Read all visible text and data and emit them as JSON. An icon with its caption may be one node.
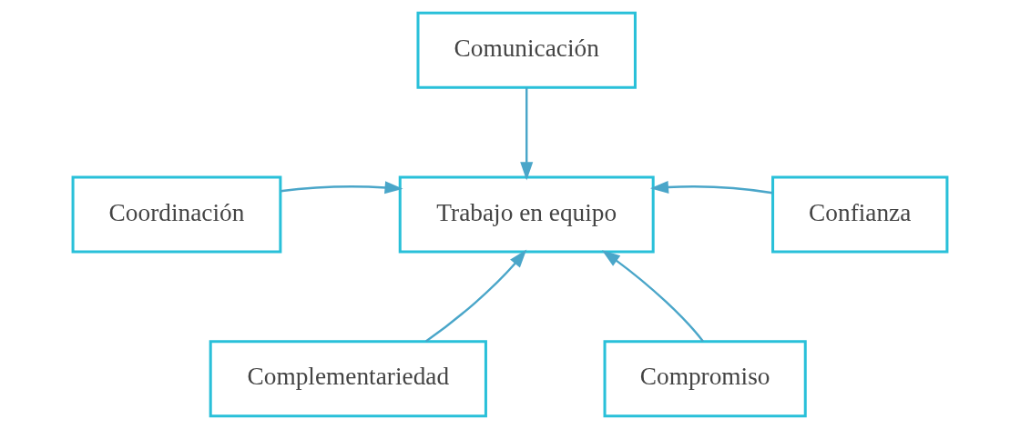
{
  "diagram": {
    "nodes": [
      {
        "text": [
          "Comunicación"
        ]
      },
      {
        "text": [
          "Coordinación"
        ]
      },
      {
        "text": [
          "Trabajo en equipo"
        ]
      },
      {
        "text": [
          "Confianza"
        ]
      },
      {
        "text": [
          "Complementariedad"
        ]
      },
      {
        "text": [
          "Compromiso"
        ]
      }
    ],
    "edges": [
      {
        "from": 0,
        "to": 2,
        "arrow": "to"
      },
      {
        "from": 1,
        "to": 2,
        "arrow": "to"
      },
      {
        "from": 3,
        "to": 2,
        "arrow": "to"
      },
      {
        "from": 4,
        "to": 2,
        "arrow": "to"
      },
      {
        "from": 5,
        "to": 2,
        "arrow": "to"
      }
    ]
  }
}
